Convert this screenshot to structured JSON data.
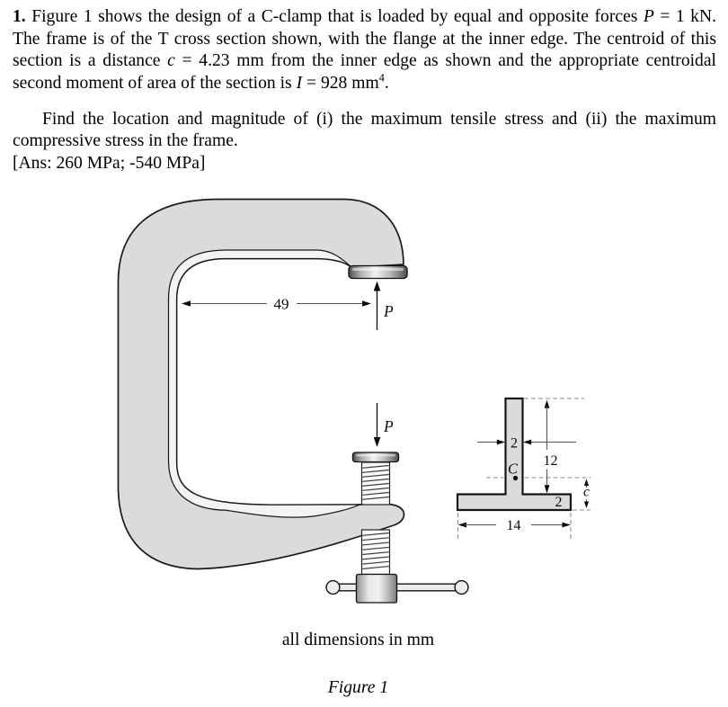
{
  "problem": {
    "para1_segments": [
      {
        "t": "1.",
        "s": "bold"
      },
      {
        "t": " Figure 1 shows the design of a C-clamp that is loaded by equal and opposite forces ",
        "s": ""
      },
      {
        "t": "P",
        "s": "italic"
      },
      {
        "t": " = 1 kN. The frame is of the T cross section shown, with the flange at the inner edge. The centroid of this section is a distance ",
        "s": ""
      },
      {
        "t": "c",
        "s": "italic"
      },
      {
        "t": " = 4.23 mm from the inner edge as shown and the appropriate centroidal second moment of area of the section is ",
        "s": ""
      },
      {
        "t": "I",
        "s": "italic"
      },
      {
        "t": " = 928 mm",
        "s": ""
      },
      {
        "t": "4",
        "s": "sup"
      },
      {
        "t": ".",
        "s": ""
      }
    ],
    "para2": "Find the location and magnitude of (i) the maximum tensile stress and (ii) the maximum compressive stress in the frame.",
    "answer_line": "[Ans: 260 MPa; -540 MPa]"
  },
  "figure": {
    "span_dimension": "49",
    "force_label": "P",
    "units_note": "all dimensions in mm",
    "caption": "Figure 1",
    "cross_section": {
      "stem_width": "2",
      "stem_height": "12",
      "flange_width": "14",
      "flange_thickness": "2",
      "centroid_label": "C",
      "centroid_distance_label": "c"
    },
    "colors": {
      "frame_fill": "#dbdbdb",
      "flange_band_fill": "#f3f3f3",
      "outline": "#1a1a1a"
    }
  }
}
